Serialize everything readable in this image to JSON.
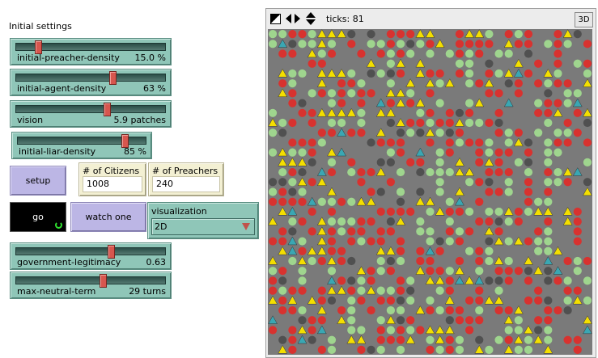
{
  "settings_title": "Initial settings",
  "sliders": [
    {
      "label": "initial-preacher-density",
      "value": "15.0 %",
      "position": 0.15
    },
    {
      "label": "initial-agent-density",
      "value": "63 %",
      "position": 0.63
    },
    {
      "label": "vision",
      "value": "5.9 patches",
      "position": 0.59
    },
    {
      "label": "initial-liar-density",
      "value": "85 %",
      "position": 0.85
    },
    {
      "label": "government-legitimacy",
      "value": "0.63",
      "position": 0.63
    },
    {
      "label": "max-neutral-term",
      "value": "29 turns",
      "position": 0.58
    }
  ],
  "buttons": {
    "setup": "setup",
    "go": "go",
    "watch_one": "watch one"
  },
  "monitors": [
    {
      "label": "# of Citizens",
      "value": "1008"
    },
    {
      "label": "# of Preachers",
      "value": "240"
    }
  ],
  "chooser": {
    "label": "visualization",
    "value": "2D"
  },
  "view": {
    "ticks_label": "ticks: 81",
    "btn_3d": "3D"
  },
  "colors": {
    "world_bg": "#7a7a7a",
    "red_agent": "#d8322f",
    "green_agent": "#9fd58e",
    "dark_agent": "#505050",
    "preacher_yellow": "#f4df00",
    "preacher_cyan": "#3aa7b3"
  },
  "world_grid": {
    "cols": 33,
    "rows": 33
  }
}
